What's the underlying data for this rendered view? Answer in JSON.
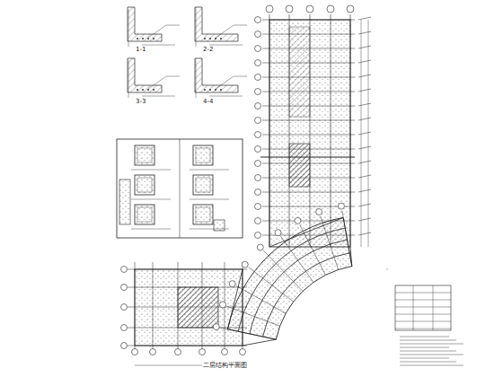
{
  "diagram": {
    "labels": [
      "1-1",
      "2-2",
      "3-3",
      "4-4",
      "二层结构平面图"
    ]
  }
}
